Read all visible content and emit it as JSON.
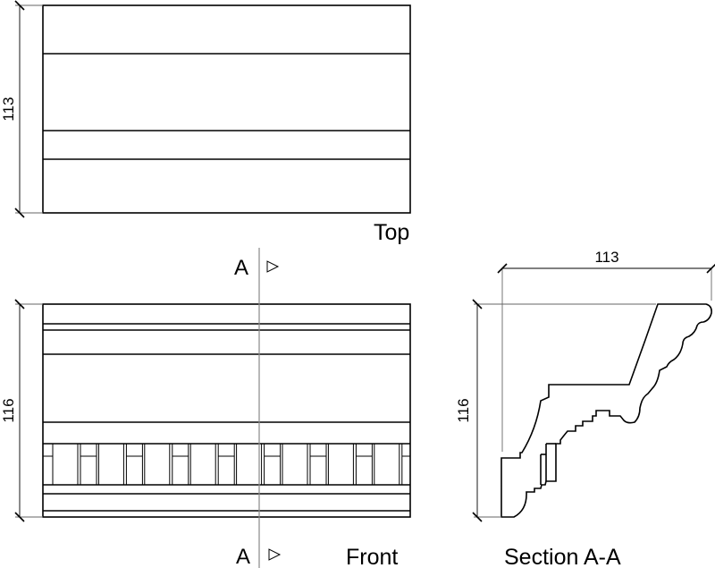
{
  "views": {
    "top": {
      "label": "Top",
      "dimension": "113"
    },
    "front": {
      "label": "Front",
      "dimension": "116"
    },
    "section": {
      "label": "Section A-A",
      "width_dimension": "113",
      "height_dimension": "116"
    }
  },
  "section_marker": {
    "letter": "A"
  }
}
